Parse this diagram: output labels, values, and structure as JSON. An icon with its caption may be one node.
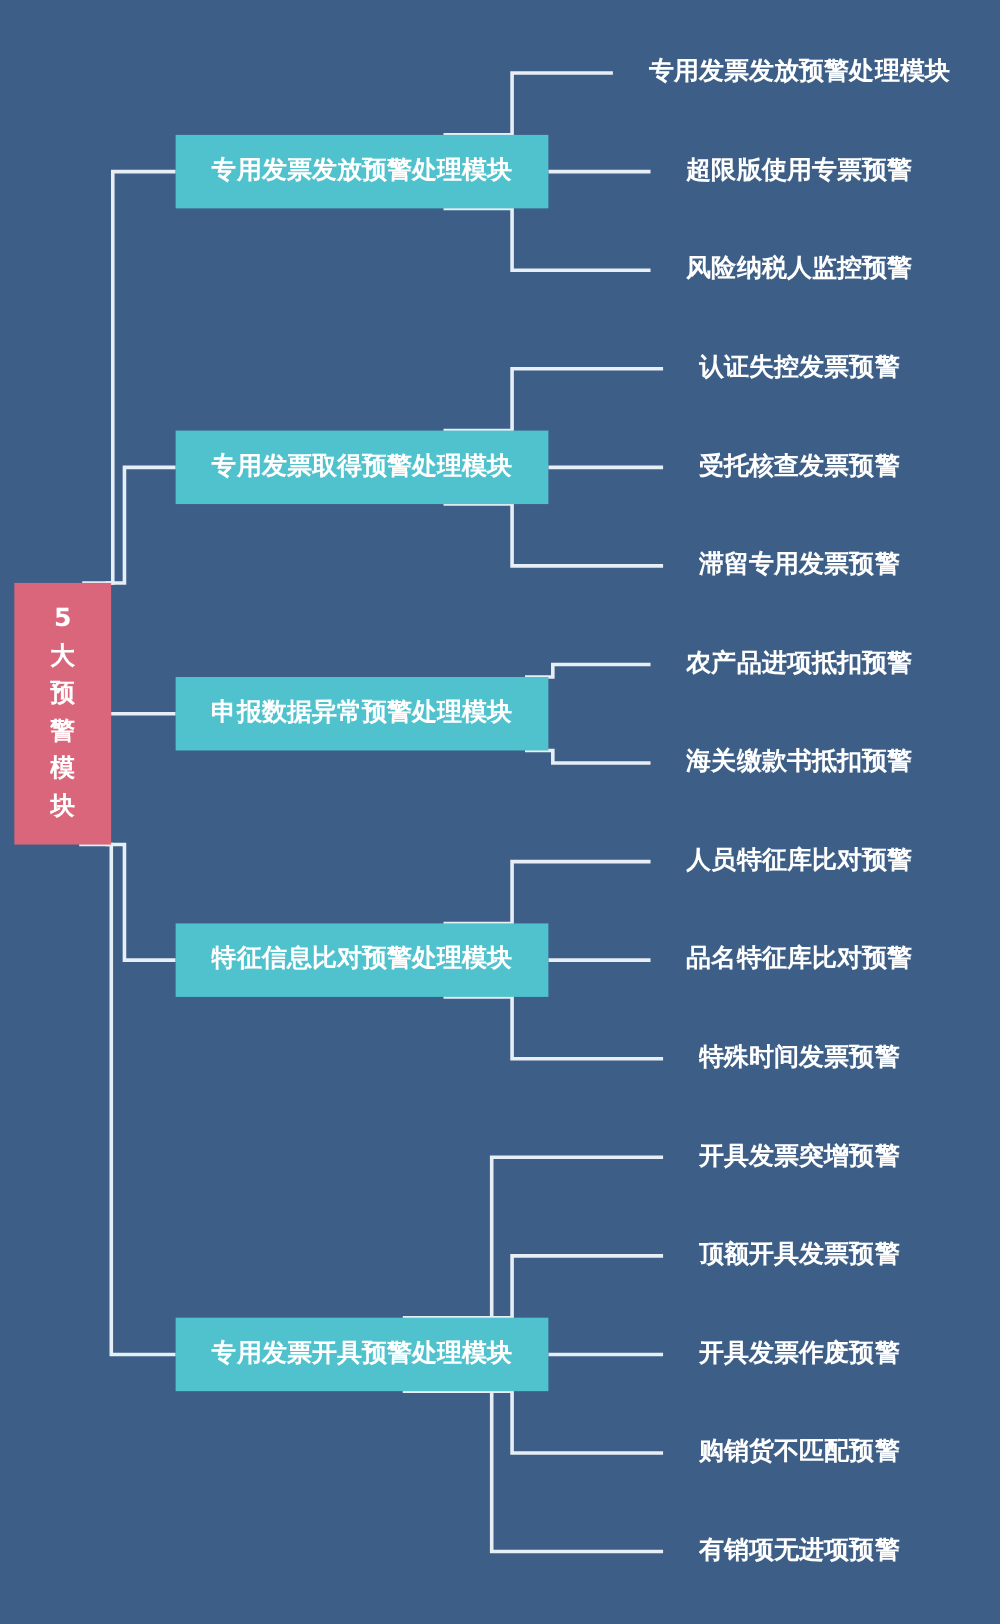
{
  "diagram": {
    "nodes": [
      {
        "text": [
          "5大预警模块"
        ]
      },
      {
        "text": [
          "专用发票发放预警处理模块"
        ]
      },
      {
        "text": [
          "专用发票发放预警处理模块"
        ]
      },
      {
        "text": [
          "超限版使用专票预警"
        ]
      },
      {
        "text": [
          "风险纳税人监控预警"
        ]
      },
      {
        "text": [
          "专用发票取得预警处理模块"
        ]
      },
      {
        "text": [
          "认证失控发票预警"
        ]
      },
      {
        "text": [
          "受托核查发票预警"
        ]
      },
      {
        "text": [
          "滞留专用发票预警"
        ]
      },
      {
        "text": [
          "申报数据异常预警处理模块"
        ]
      },
      {
        "text": [
          "农产品进项抵扣预警"
        ]
      },
      {
        "text": [
          "海关缴款书抵扣预警"
        ]
      },
      {
        "text": [
          "特征信息比对预警处理模块"
        ]
      },
      {
        "text": [
          "人员特征库比对预警"
        ]
      },
      {
        "text": [
          "品名特征库比对预警"
        ]
      },
      {
        "text": [
          "特殊时间发票预警"
        ]
      },
      {
        "text": [
          "专用发票开具预警处理模块"
        ]
      },
      {
        "text": [
          "开具发票突增预警"
        ]
      },
      {
        "text": [
          "顶额开具发票预警"
        ]
      },
      {
        "text": [
          "开具发票作废预警"
        ]
      },
      {
        "text": [
          "购销货不匹配预警"
        ]
      },
      {
        "text": [
          "有销项无进项预警"
        ]
      }
    ],
    "edges": [
      {
        "from": 0,
        "to": 1,
        "arrow": "none"
      },
      {
        "from": 1,
        "to": 2,
        "arrow": "none"
      },
      {
        "from": 1,
        "to": 3,
        "arrow": "none"
      },
      {
        "from": 1,
        "to": 4,
        "arrow": "none"
      },
      {
        "from": 0,
        "to": 5,
        "arrow": "none"
      },
      {
        "from": 5,
        "to": 6,
        "arrow": "none"
      },
      {
        "from": 5,
        "to": 7,
        "arrow": "none"
      },
      {
        "from": 5,
        "to": 8,
        "arrow": "none"
      },
      {
        "from": 0,
        "to": 9,
        "arrow": "none"
      },
      {
        "from": 9,
        "to": 10,
        "arrow": "none"
      },
      {
        "from": 9,
        "to": 11,
        "arrow": "none"
      },
      {
        "from": 0,
        "to": 12,
        "arrow": "none"
      },
      {
        "from": 12,
        "to": 13,
        "arrow": "none"
      },
      {
        "from": 12,
        "to": 14,
        "arrow": "none"
      },
      {
        "from": 12,
        "to": 15,
        "arrow": "none"
      },
      {
        "from": 0,
        "to": 16,
        "arrow": "none"
      },
      {
        "from": 16,
        "to": 17,
        "arrow": "none"
      },
      {
        "from": 16,
        "to": 18,
        "arrow": "none"
      },
      {
        "from": 16,
        "to": 19,
        "arrow": "none"
      },
      {
        "from": 16,
        "to": 20,
        "arrow": "none"
      },
      {
        "from": 16,
        "to": 21,
        "arrow": "none"
      }
    ]
  }
}
